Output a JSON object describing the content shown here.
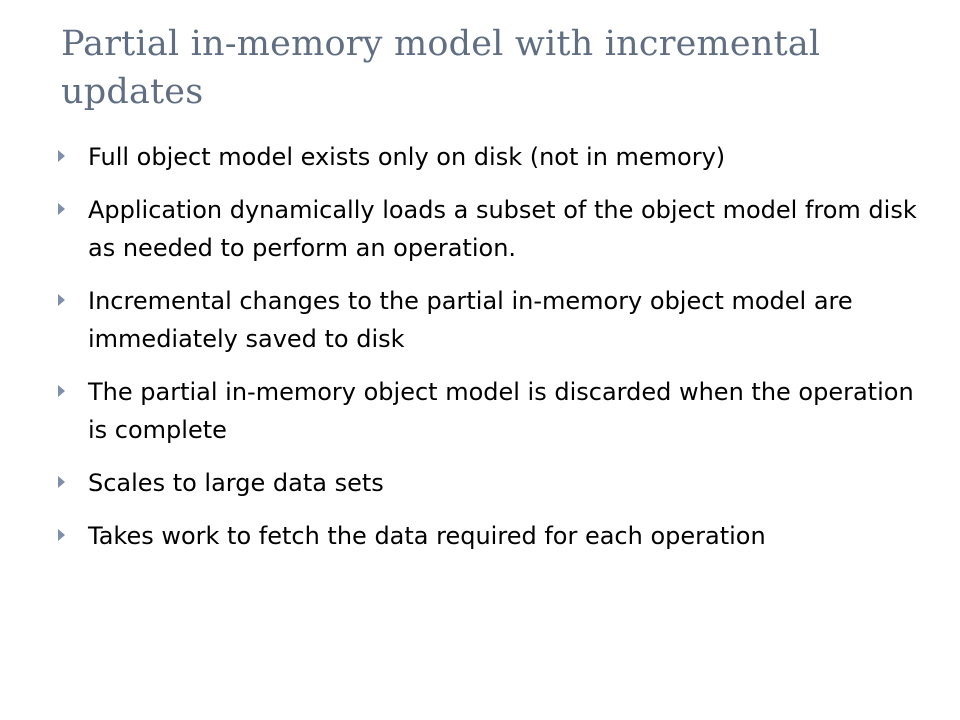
{
  "slide": {
    "title": "Partial in-memory model with incremental updates",
    "title_color": "#5f6e83",
    "bullet_color": "#7f8fa9",
    "bullets": [
      "Full object model exists only on disk (not in memory)",
      "Application dynamically loads a subset of the object model from disk as needed to perform an operation.",
      "Incremental changes to the partial in-memory object model are immediately saved to disk",
      "The partial in-memory object model is discarded when the operation is complete",
      "Scales to large data sets",
      "Takes work to fetch the data required for each operation"
    ],
    "bullet_icon": "triangle-right-icon"
  }
}
